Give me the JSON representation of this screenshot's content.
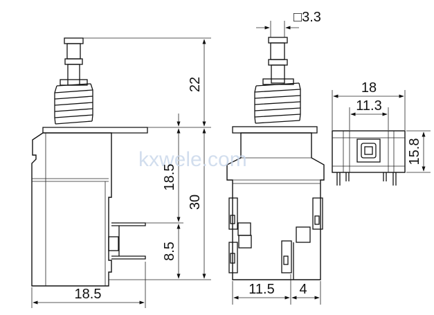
{
  "watermark": "kxwele.com",
  "dimensions": {
    "plunger_travel": "22",
    "body_upper": "18.5",
    "body_total": "30",
    "pin_height": "8.5",
    "side_width": "18.5",
    "front_width": "11.5",
    "front_offset": "4",
    "top_width": "18",
    "top_inner": "11.3",
    "top_depth": "15.8",
    "shaft_square": "□3.3"
  },
  "colors": {
    "line": "#111111",
    "watermark": "#c8d6ea"
  }
}
